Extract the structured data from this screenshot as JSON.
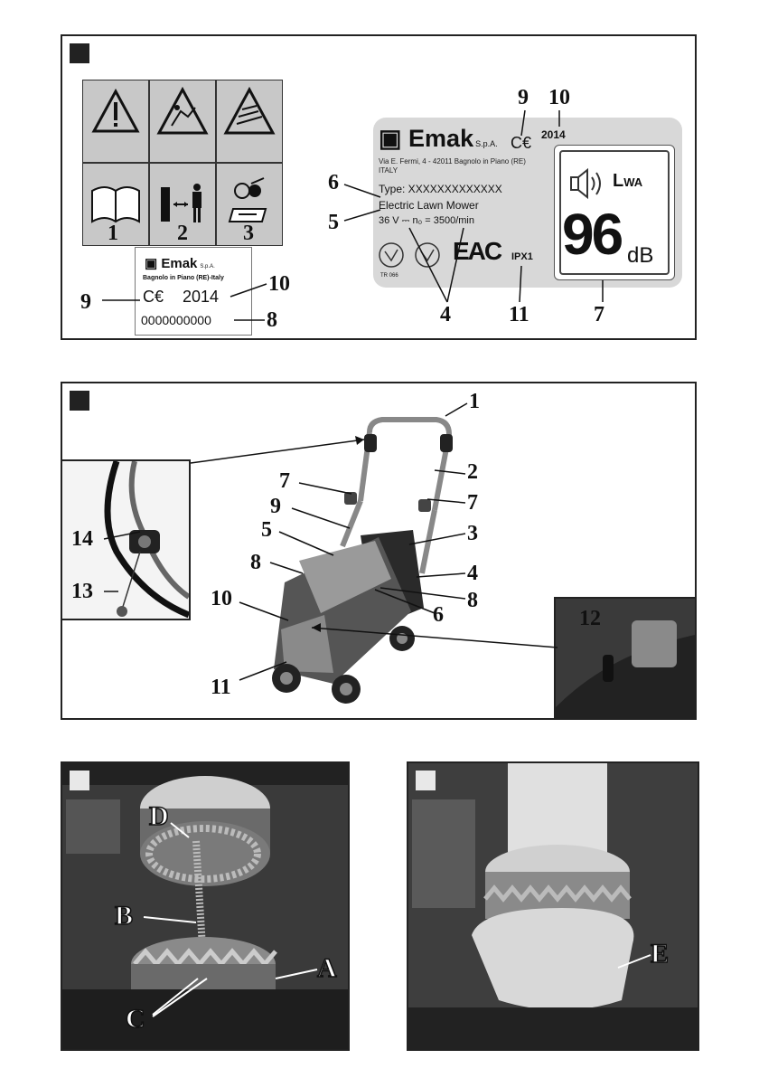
{
  "panel1": {
    "callouts": [
      "1",
      "2",
      "3",
      "9",
      "10",
      "8",
      "9",
      "10",
      "6",
      "5",
      "4",
      "11",
      "7"
    ],
    "small_label": {
      "brand": "Emak",
      "brand_suffix": "S.p.A.",
      "address": "Bagnolo in Piano (RE)-Italy",
      "ce": "C€",
      "year": "2014",
      "serial": "0000000000"
    },
    "big_label": {
      "brand": "Emak",
      "brand_suffix": "S.p.A.",
      "ce": "C€",
      "year": "2014",
      "address_line1": "Via E. Fermi, 4 - 42011 Bagnolo in Piano (RE)",
      "address_line2": "ITALY",
      "type": "Type: XXXXXXXXXXXXX",
      "model": "Electric Lawn Mower",
      "voltage": "36 V ⎓  n₀ = 3500/min",
      "tr": "TR 066",
      "eac": "EAC",
      "ipx": "IPX1",
      "lwa_l": "L",
      "lwa_sub": "WA",
      "noise_value": "96",
      "noise_unit": "dB"
    }
  },
  "panel2": {
    "callouts": [
      "1",
      "2",
      "7",
      "7",
      "9",
      "3",
      "5",
      "8",
      "4",
      "8",
      "10",
      "6",
      "11",
      "14",
      "13",
      "12"
    ]
  },
  "panel3": {
    "letters": [
      "D",
      "B",
      "A",
      "C"
    ]
  },
  "panel4": {
    "letters": [
      "E"
    ]
  },
  "colors": {
    "frame": "#222222",
    "label_grey": "#d8d8d8",
    "symbol_grey": "#c8c8c8"
  }
}
